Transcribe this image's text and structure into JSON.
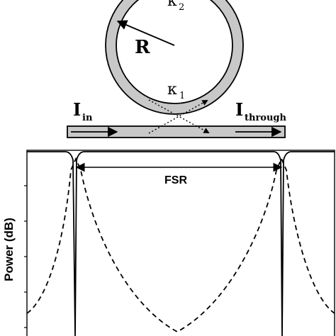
{
  "ring": {
    "radius_label": "R",
    "kappa_top_symbol": "κ",
    "kappa_top_sub": "2",
    "kappa_bottom_symbol": "κ",
    "kappa_bottom_sub": "1"
  },
  "waveguide": {
    "input_symbol": "I",
    "input_sub": "in",
    "output_symbol": "I",
    "output_sub": "through"
  },
  "plot": {
    "ylabel": "Power (dB)",
    "fsr_label": "FSR"
  },
  "colors": {
    "ring_fill": "#c8c8c8",
    "line": "#000000"
  }
}
